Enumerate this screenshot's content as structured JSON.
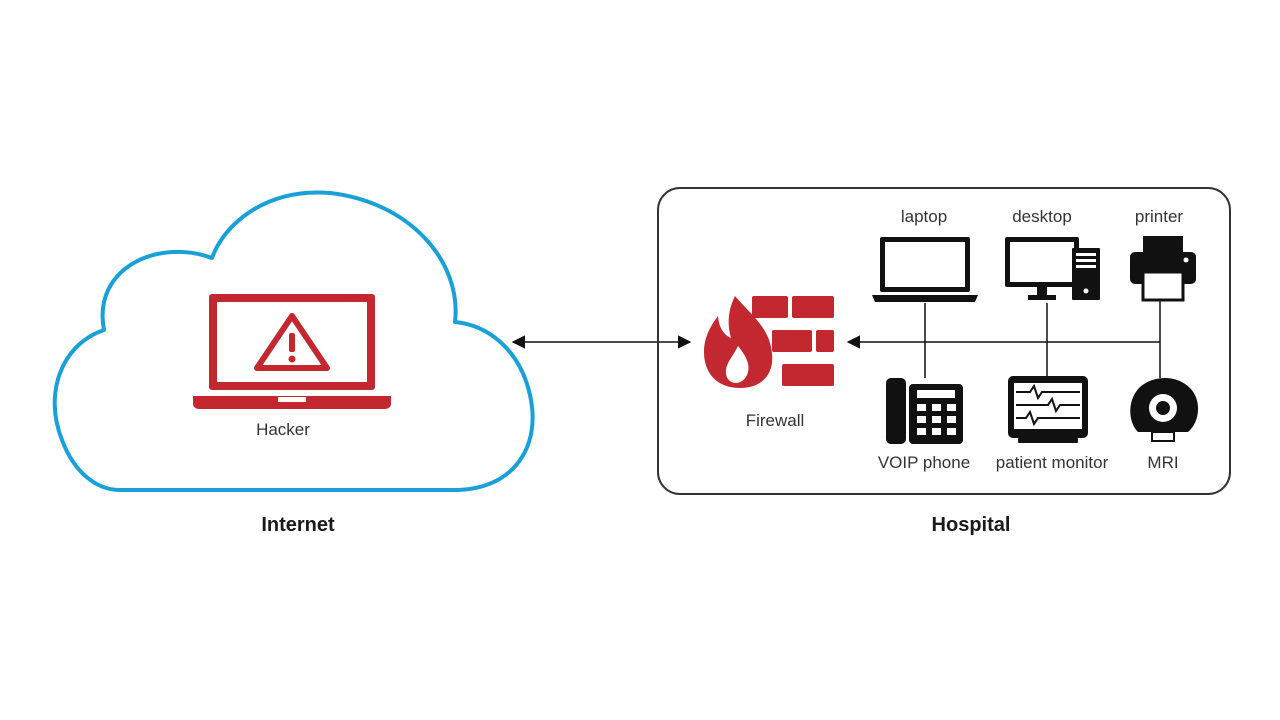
{
  "colors": {
    "cloud_stroke": "#1aa0d8",
    "threat_red": "#c3272f",
    "device_black": "#111111",
    "frame_stroke": "#333333"
  },
  "internet": {
    "title": "Internet",
    "hacker_label": "Hacker",
    "icons": [
      "cloud-icon",
      "laptop-warning-icon"
    ]
  },
  "hospital": {
    "title": "Hospital",
    "firewall_label": "Firewall",
    "devices": {
      "laptop": "laptop",
      "desktop": "desktop",
      "printer": "printer",
      "voip": "VOIP phone",
      "monitor": "patient monitor",
      "mri": "MRI"
    },
    "icons": [
      "firewall-icon",
      "laptop-icon",
      "desktop-icon",
      "printer-icon",
      "voip-phone-icon",
      "patient-monitor-icon",
      "mri-icon"
    ]
  }
}
